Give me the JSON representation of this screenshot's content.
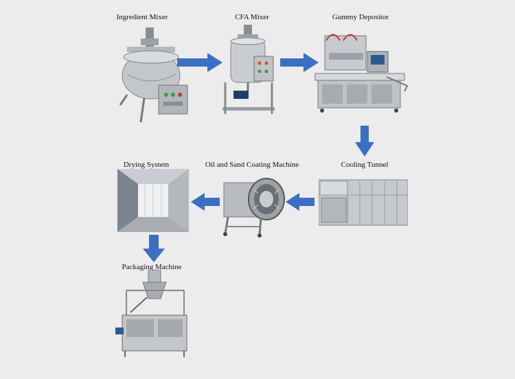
{
  "steps": {
    "ingredient_mixer": "Ingredient Mixer",
    "cfa_mixer": "CFA Mixer",
    "gummy_depositor": "Gummy Depositor",
    "cooling_tunnel": "Cooling Tunnel",
    "coating_machine": "Oil and Sand Coating Machine",
    "drying_system": "Drying System",
    "packaging_machine": "Packaging Machine"
  },
  "colors": {
    "background": "#ececec",
    "arrow": "#3a6fc4",
    "steel": "#b8bcc2"
  },
  "icons": [
    "arrow-right-icon",
    "arrow-down-icon",
    "arrow-left-icon"
  ]
}
